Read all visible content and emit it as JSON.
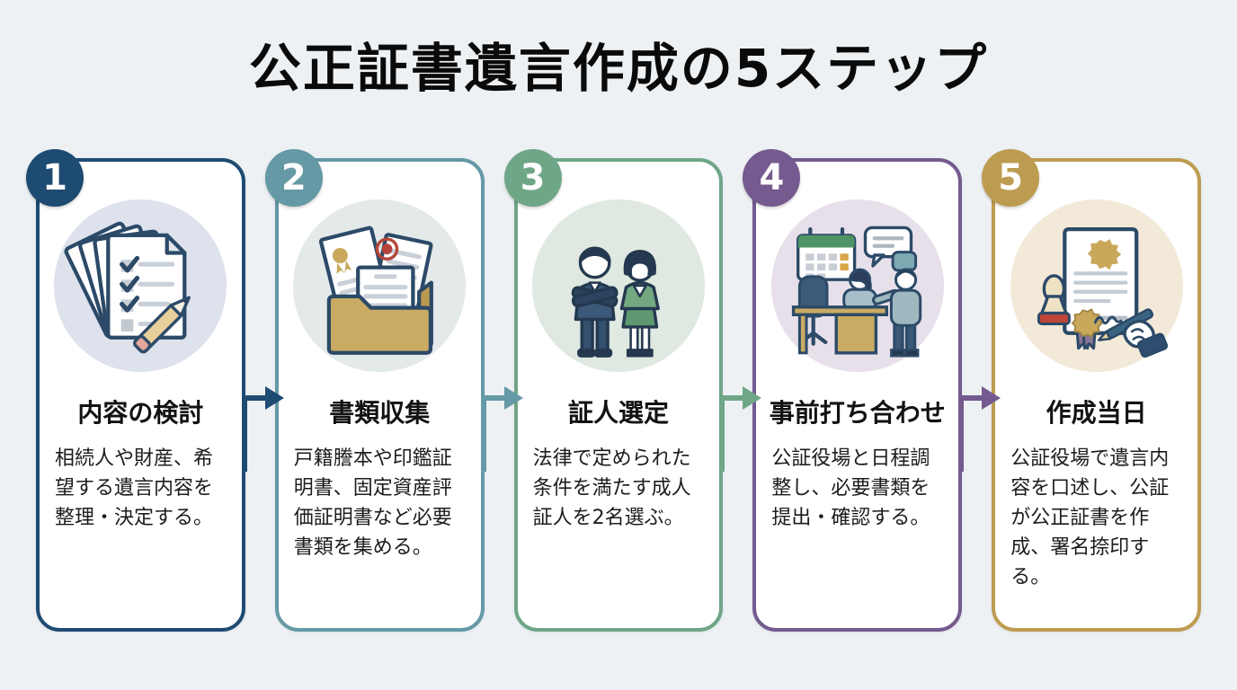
{
  "title": "公正証書遺言作成の5ステップ",
  "colors": {
    "background": "#edf1f4",
    "card_background": "#ffffff",
    "outline_navy": "#2c4a68",
    "step1": "#1e4b72",
    "step2": "#6499a5",
    "step3": "#6fa687",
    "step4": "#745a8e",
    "step5": "#bd9c51"
  },
  "steps": [
    {
      "number": "1",
      "title": "内容の検討",
      "description": "相続人や財産、希望する遺言内容を整理・決定する。",
      "color": "#1e4b72",
      "icon": "checklist-pencil-icon",
      "icon_bg": "#dde2ec"
    },
    {
      "number": "2",
      "title": "書類収集",
      "description": "戸籍謄本や印鑑証明書、固定資産評価証明書など必要書類を集める。",
      "color": "#6499a5",
      "icon": "folder-documents-icon",
      "icon_bg": "#e4e9e9"
    },
    {
      "number": "3",
      "title": "証人選定",
      "description": "法律で定められた条件を満たす成人証人を2名選ぶ。",
      "color": "#6fa687",
      "icon": "two-witnesses-icon",
      "icon_bg": "#dfe8e1"
    },
    {
      "number": "4",
      "title": "事前打ち合わせ",
      "description": "公証役場と日程調整し、必要書類を提出・確認する。",
      "color": "#745a8e",
      "icon": "meeting-discussion-icon",
      "icon_bg": "#e7e0ea"
    },
    {
      "number": "5",
      "title": "作成当日",
      "description": "公証役場で遺言内容を口述し、公証が公正証書を作成、署名捺印する。",
      "color": "#bd9c51",
      "icon": "certificate-signing-icon",
      "icon_bg": "#f2e9d8"
    }
  ]
}
